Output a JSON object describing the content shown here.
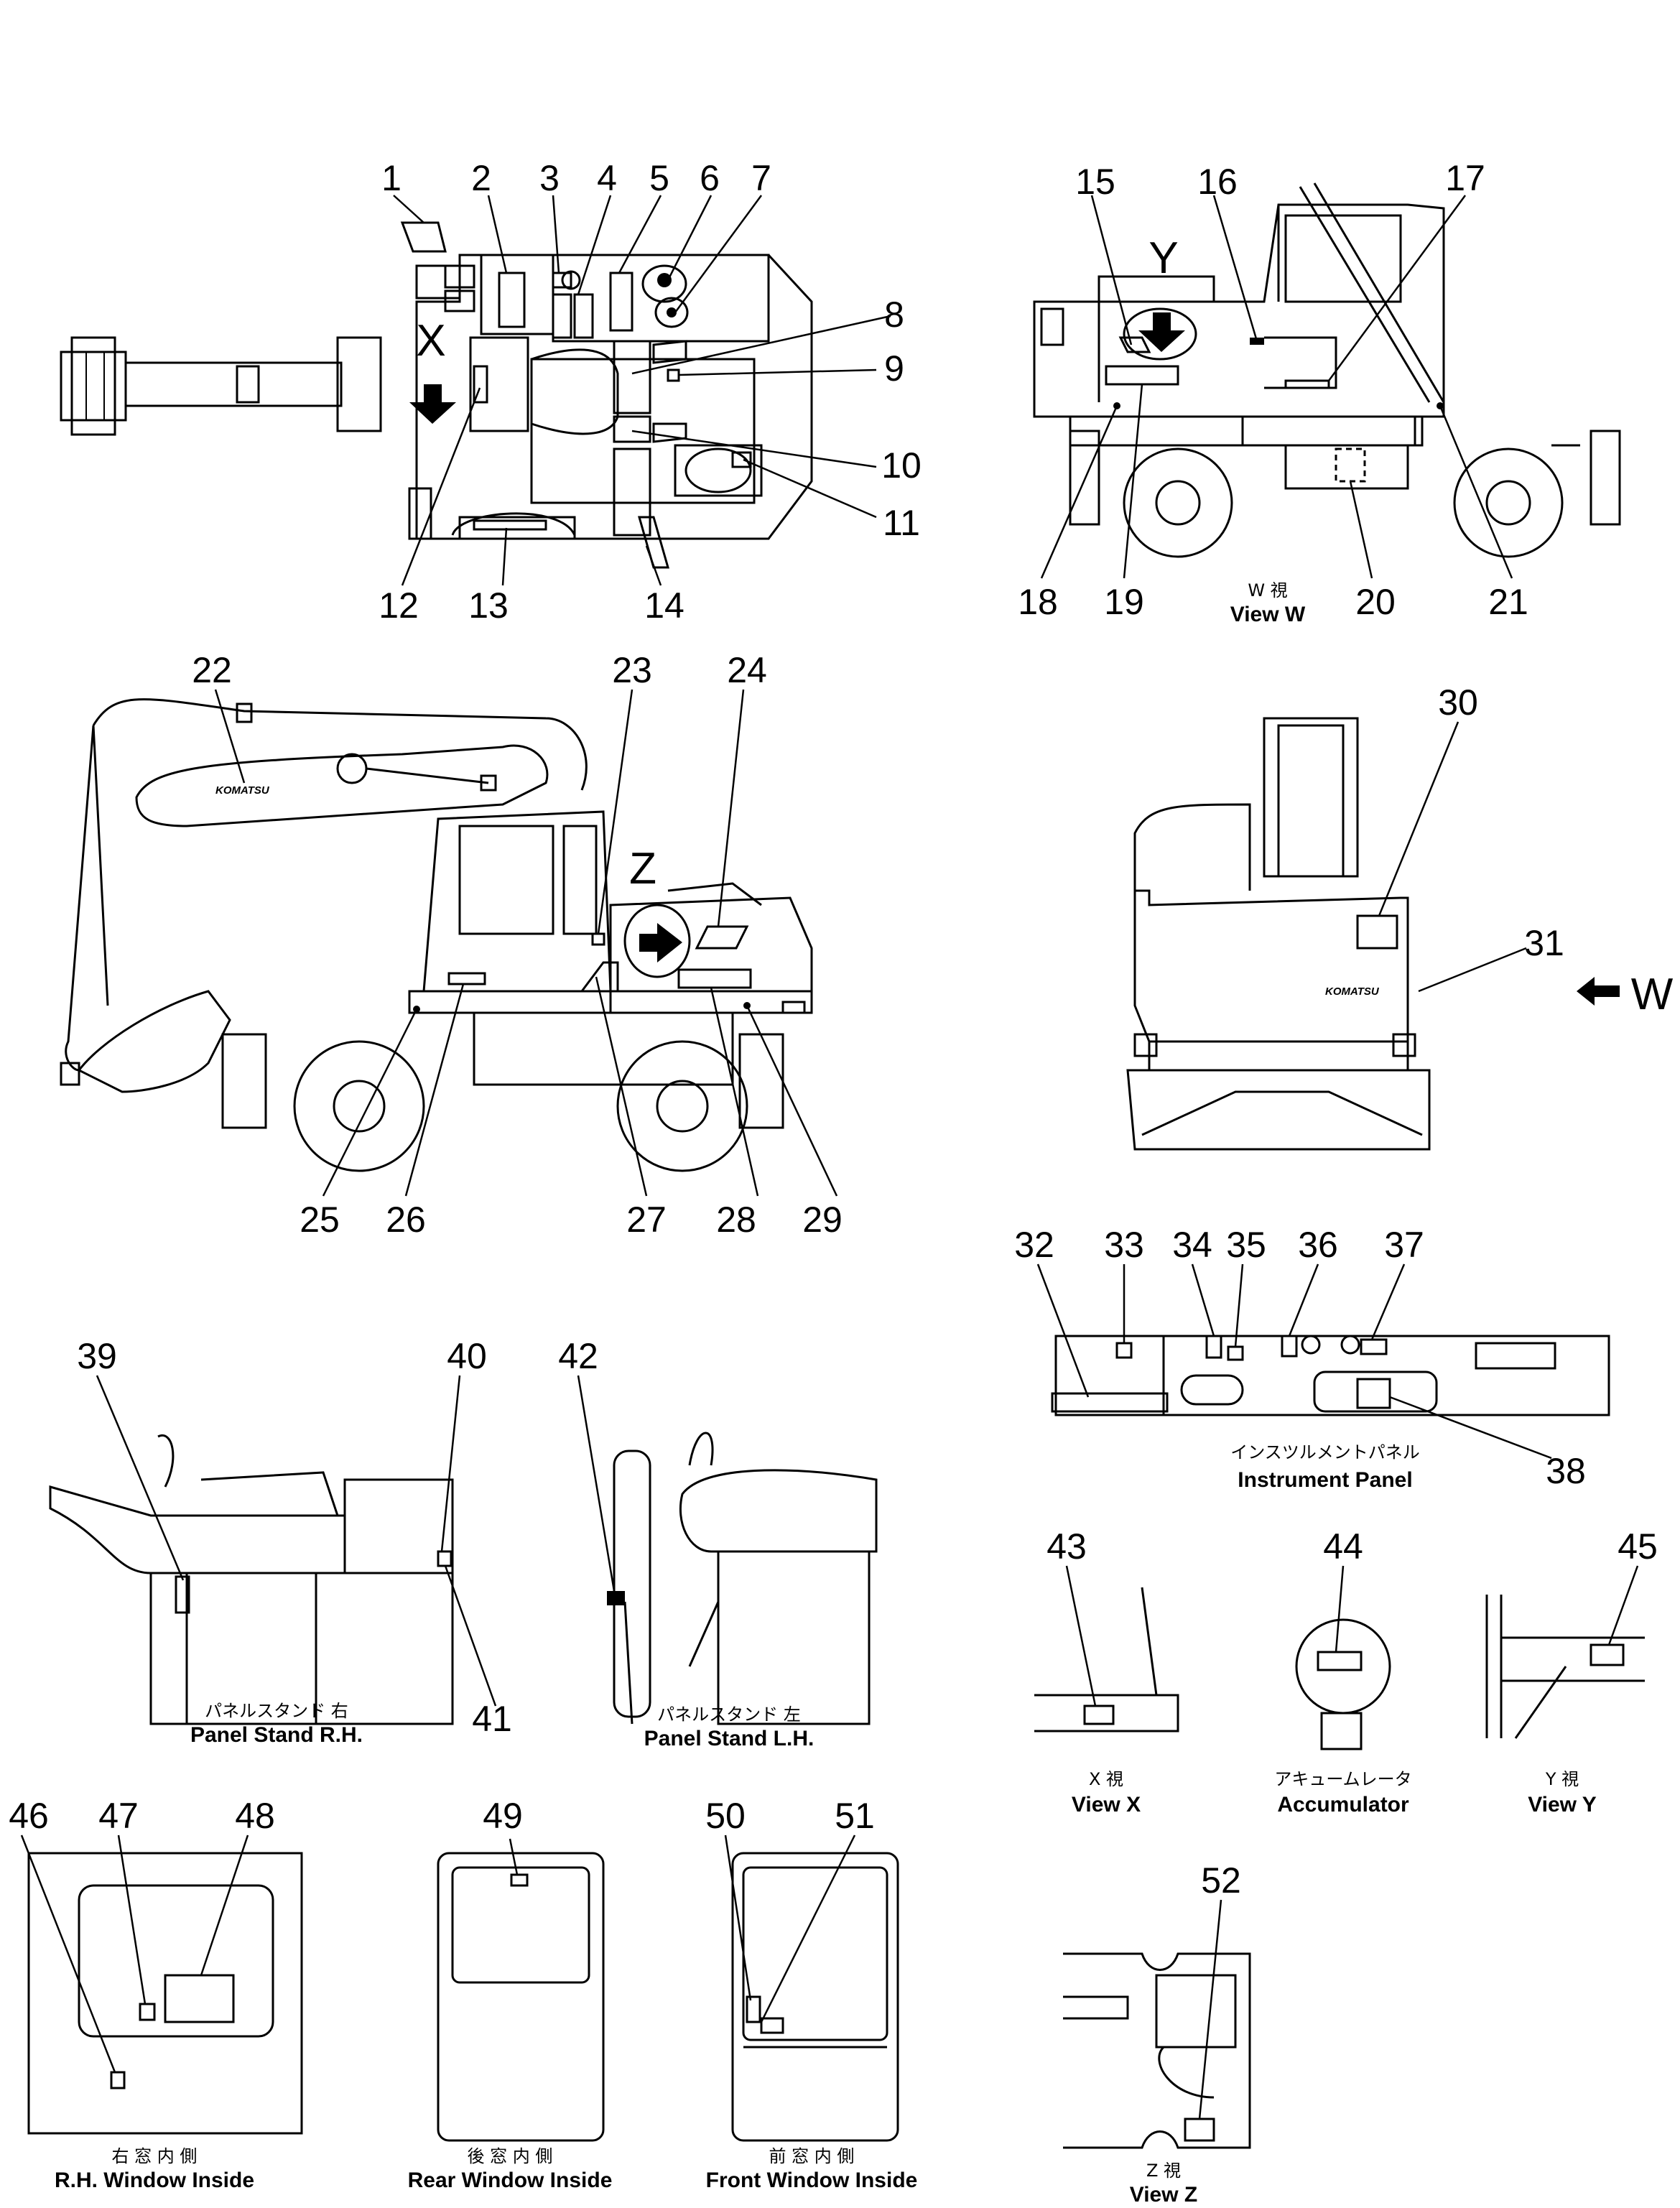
{
  "labels": [
    "1",
    "2",
    "3",
    "4",
    "5",
    "6",
    "7",
    "8",
    "9",
    "10",
    "11",
    "12",
    "13",
    "14",
    "15",
    "16",
    "17",
    "18",
    "19",
    "20",
    "21",
    "22",
    "23",
    "24",
    "25",
    "26",
    "27",
    "28",
    "29",
    "30",
    "31",
    "32",
    "33",
    "34",
    "35",
    "36",
    "37",
    "38",
    "39",
    "40",
    "41",
    "42",
    "43",
    "44",
    "45",
    "46",
    "47",
    "48",
    "49",
    "50",
    "51",
    "52"
  ],
  "views": {
    "x_letter": "X",
    "y_letter": "Y",
    "z_letter": "Z",
    "w_letter": "W",
    "view_w": {
      "jp": "W 視",
      "en": "View W"
    },
    "instrument_panel": {
      "jp": "インスツルメントパネル",
      "en": "Instrument Panel"
    },
    "panel_stand_rh": {
      "jp": "パネルスタンド 右",
      "en": "Panel Stand R.H."
    },
    "panel_stand_lh": {
      "jp": "パネルスタンド 左",
      "en": "Panel Stand L.H."
    },
    "view_x": {
      "jp": "X 視",
      "en": "View X"
    },
    "accumulator": {
      "jp": "アキュームレータ",
      "en": "Accumulator"
    },
    "view_y": {
      "jp": "Y 視",
      "en": "View Y"
    },
    "rh_window": {
      "jp": "右 窓 内 側",
      "en": "R.H. Window Inside"
    },
    "rear_window": {
      "jp": "後 窓 内 側",
      "en": "Rear Window Inside"
    },
    "front_window": {
      "jp": "前 窓 内 側",
      "en": "Front Window Inside"
    },
    "view_z": {
      "jp": "Z 視",
      "en": "View Z"
    }
  },
  "logo_text": "KOMATSU"
}
